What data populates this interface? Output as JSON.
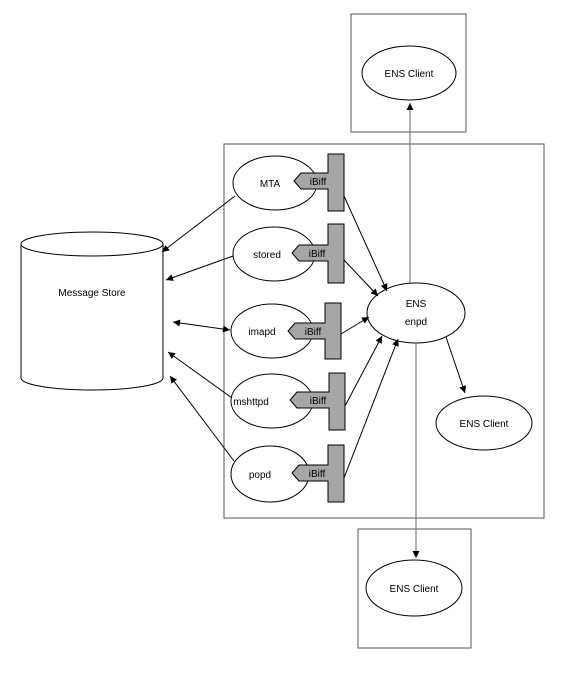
{
  "diagram": {
    "message_store": "Message Store",
    "ens_server_line1": "ENS",
    "ens_server_line2": "enpd",
    "ens_client_top": "ENS Client",
    "ens_client_right": "ENS Client",
    "ens_client_bottom": "ENS Client",
    "processes": [
      {
        "label": "MTA",
        "plugin": "iBiff"
      },
      {
        "label": "stored",
        "plugin": "iBiff"
      },
      {
        "label": "imapd",
        "plugin": "iBiff"
      },
      {
        "label": "mshttpd",
        "plugin": "iBiff"
      },
      {
        "label": "popd",
        "plugin": "iBiff"
      }
    ]
  }
}
